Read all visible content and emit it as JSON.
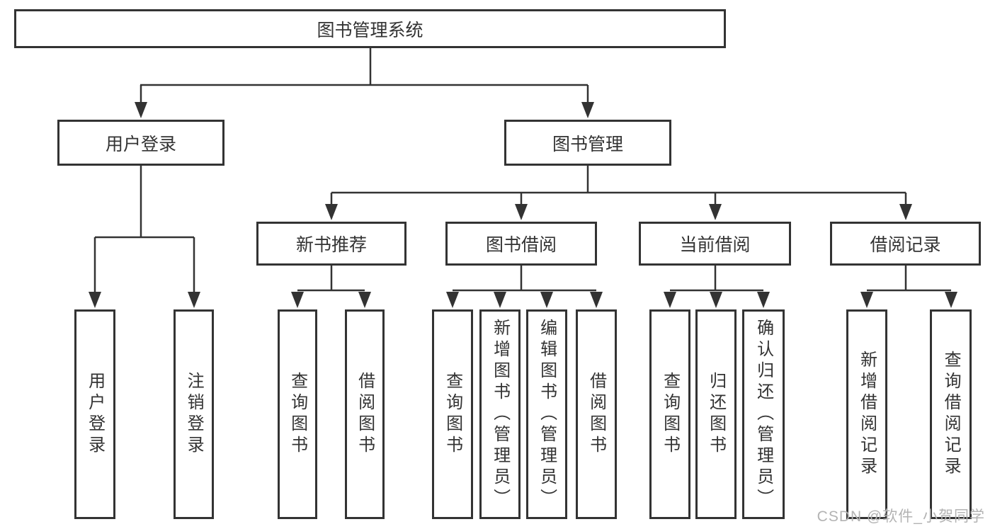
{
  "colors": {
    "line": "#333333",
    "text": "#333333",
    "box_background": "#ffffff",
    "background": "#ffffff",
    "watermark": "#b3b3b3"
  },
  "tree": {
    "root": {
      "label": "图书管理系统"
    },
    "branches": [
      {
        "label": "用户登录",
        "children": [
          {
            "label": "用户登录"
          },
          {
            "label": "注销登录"
          }
        ]
      },
      {
        "label": "图书管理",
        "children": [
          {
            "label": "新书推荐",
            "children": [
              {
                "label": "查询图书"
              },
              {
                "label": "借阅图书"
              }
            ]
          },
          {
            "label": "图书借阅",
            "children": [
              {
                "label": "查询图书"
              },
              {
                "label": "新增图书（管理员）"
              },
              {
                "label": "编辑图书（管理员）"
              },
              {
                "label": "借阅图书"
              }
            ]
          },
          {
            "label": "当前借阅",
            "children": [
              {
                "label": "查询图书"
              },
              {
                "label": "归还图书"
              },
              {
                "label": "确认归还（管理员）"
              }
            ]
          },
          {
            "label": "借阅记录",
            "children": [
              {
                "label": "新增借阅记录"
              },
              {
                "label": "查询借阅记录"
              }
            ]
          }
        ]
      }
    ]
  },
  "watermark": {
    "text": "CSDN @软件_小贺同学"
  }
}
